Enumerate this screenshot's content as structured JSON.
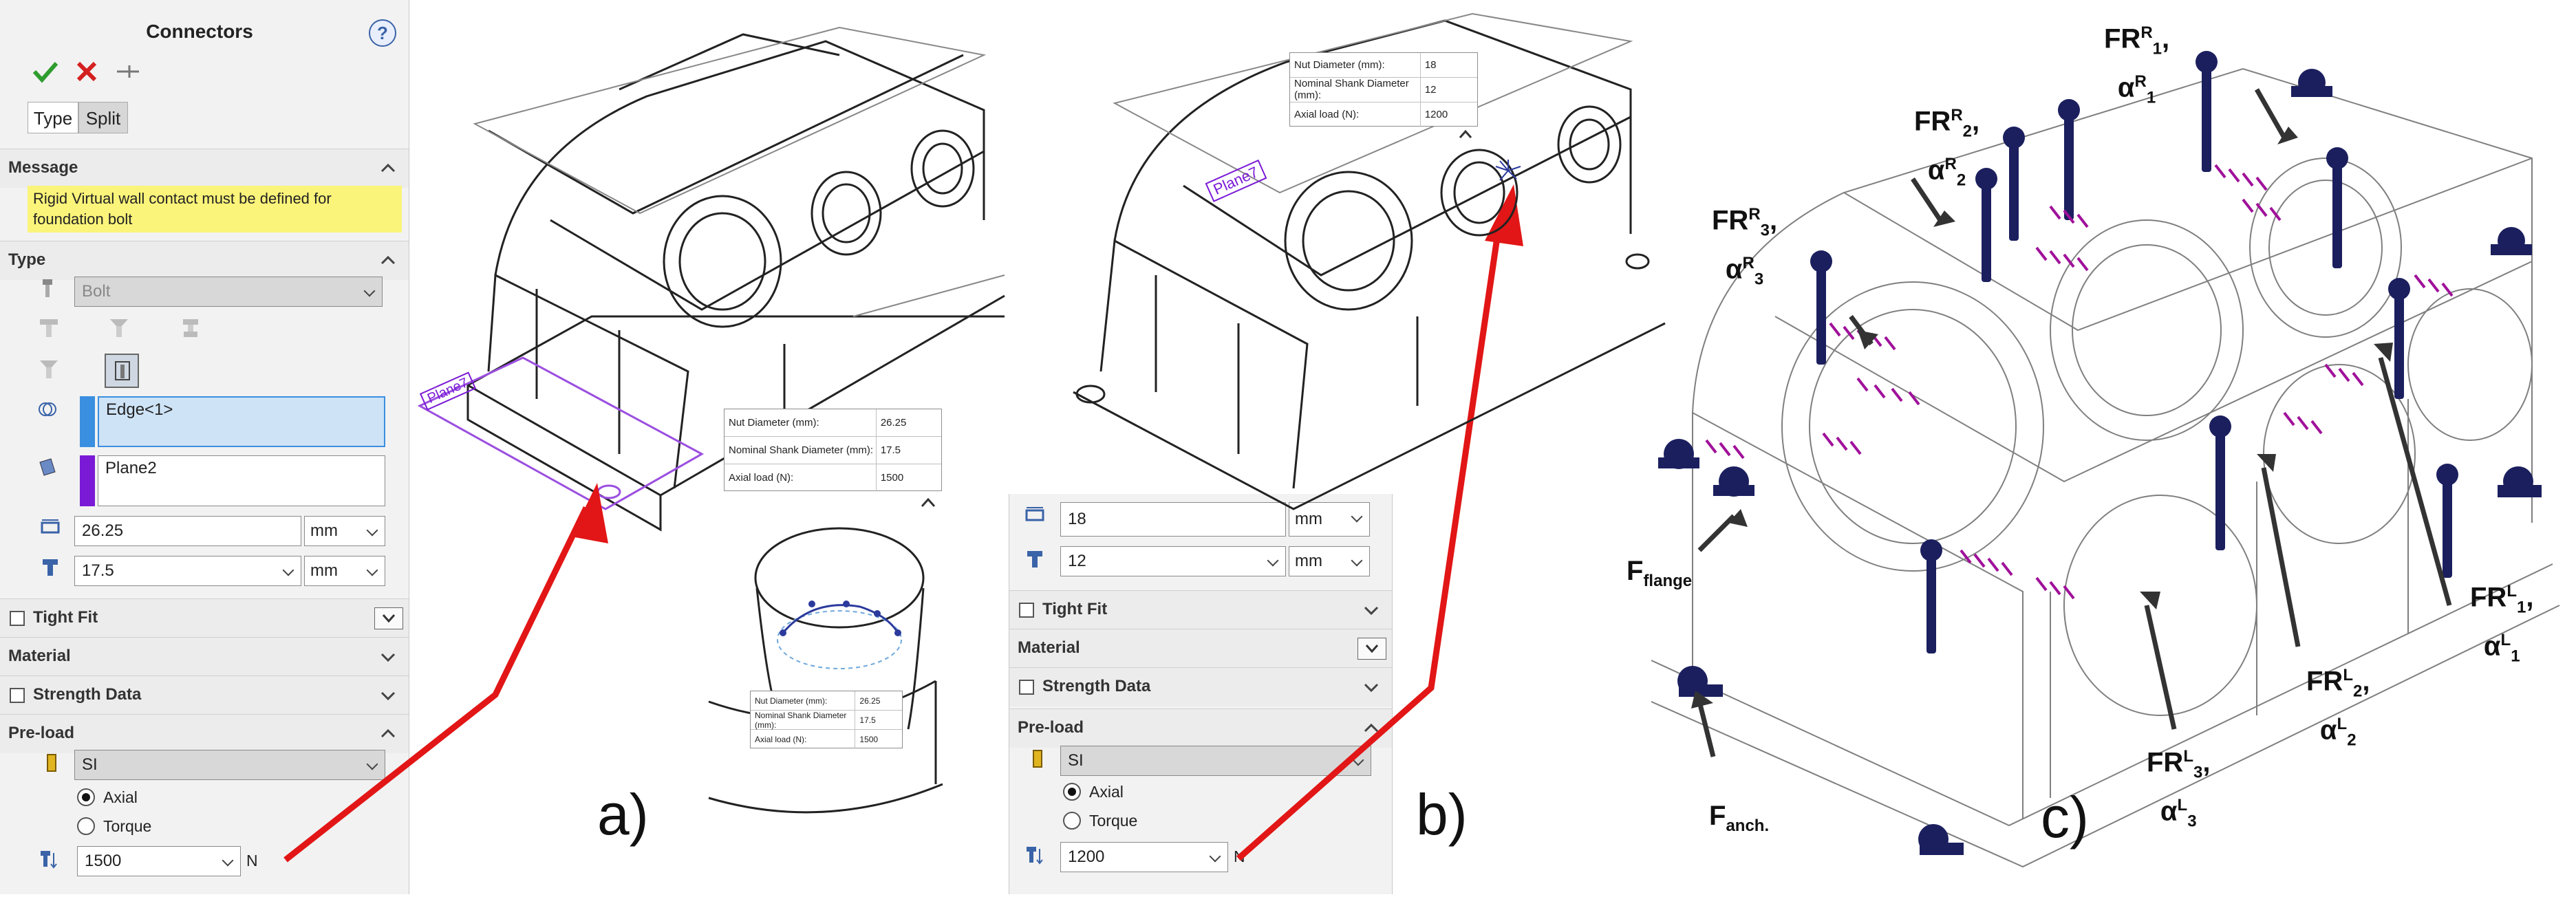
{
  "panel_a": {
    "title": "Connectors",
    "help_icon_label": "?",
    "tabs": [
      "Type",
      "Split"
    ],
    "message_section": {
      "header": "Message",
      "text": "Rigid Virtual wall contact must be defined for foundation bolt"
    },
    "type_section": {
      "header": "Type",
      "selected_type": "Bolt"
    },
    "selections": {
      "edge": "Edge<1>",
      "plane": "Plane2"
    },
    "nut_diameter": {
      "value": "26.25",
      "unit": "mm"
    },
    "shank_diameter": {
      "value": "17.5",
      "unit": "mm"
    },
    "tight_fit_label": "Tight Fit",
    "material_label": "Material",
    "strength_label": "Strength Data",
    "preload": {
      "header": "Pre-load",
      "system": "SI",
      "axial_label": "Axial",
      "torque_label": "Torque",
      "value": "1500",
      "unit": "N"
    }
  },
  "callout_a": {
    "rows": [
      {
        "key": "Nut Diameter (mm):",
        "value": "26.25"
      },
      {
        "key": "Nominal Shank Diameter (mm):",
        "value": "17.5"
      },
      {
        "key": "Axial load (N):",
        "value": "1500"
      }
    ]
  },
  "panel_b": {
    "nut_diameter": {
      "value": "18",
      "unit": "mm"
    },
    "shank_diameter": {
      "value": "12",
      "unit": "mm"
    },
    "tight_fit_label": "Tight Fit",
    "material_label": "Material",
    "strength_label": "Strength Data",
    "preload": {
      "header": "Pre-load",
      "system": "SI",
      "axial_label": "Axial",
      "torque_label": "Torque",
      "value": "1200",
      "unit": "N"
    }
  },
  "callout_b": {
    "rows": [
      {
        "key": "Nut Diameter (mm):",
        "value": "18"
      },
      {
        "key": "Nominal Shank Diameter (mm):",
        "value": "12"
      },
      {
        "key": "Axial load (N):",
        "value": "1200"
      }
    ]
  },
  "plane_tag": "Plane7",
  "figure_labels": {
    "a": "a)",
    "b": "b)",
    "c": "c)"
  },
  "force_labels": {
    "fr1r": {
      "base": "FR",
      "sup": "R",
      "sub": "1",
      "alpha": "α"
    },
    "fr2r": {
      "base": "FR",
      "sup": "R",
      "sub": "2",
      "alpha": "α"
    },
    "fr3r": {
      "base": "FR",
      "sup": "R",
      "sub": "3",
      "alpha": "α"
    },
    "fr1l": {
      "base": "FR",
      "sup": "L",
      "sub": "1",
      "alpha": "α"
    },
    "fr2l": {
      "base": "FR",
      "sup": "L",
      "sub": "2",
      "alpha": "α"
    },
    "fr3l": {
      "base": "FR",
      "sup": "L",
      "sub": "3",
      "alpha": "α"
    },
    "fflange": {
      "base": "F",
      "sub": "flange"
    },
    "fanch": {
      "base": "F",
      "sub": "anch."
    }
  },
  "colors": {
    "accept": "#2e9d2e",
    "cancel": "#d42020",
    "message_bg": "#fbf47a",
    "selection_blue": "#3b8fe0",
    "selection_purple": "#7a1ad6",
    "arrow_red": "#e21616",
    "bolt_navy": "#1b1f5e",
    "force_magenta": "#a0119a"
  }
}
